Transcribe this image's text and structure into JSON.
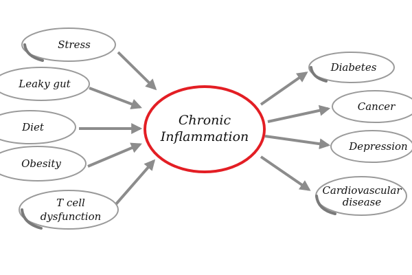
{
  "center": {
    "line1": "Chronic",
    "line2": "Inflammation"
  },
  "causes": {
    "stress": "Stress",
    "leaky_gut": "Leaky gut",
    "diet": "Diet",
    "obesity": "Obesity",
    "t_cell_line1": "T cell",
    "t_cell_line2": "dysfunction"
  },
  "effects": {
    "diabetes": "Diabetes",
    "cancer": "Cancer",
    "depression": "Depression",
    "cardio_line1": "Cardiovascular",
    "cardio_line2": "disease"
  },
  "colors": {
    "accent": "#e31e24",
    "arrow": "#8c8c8c",
    "outline": "#9a9a9a"
  }
}
